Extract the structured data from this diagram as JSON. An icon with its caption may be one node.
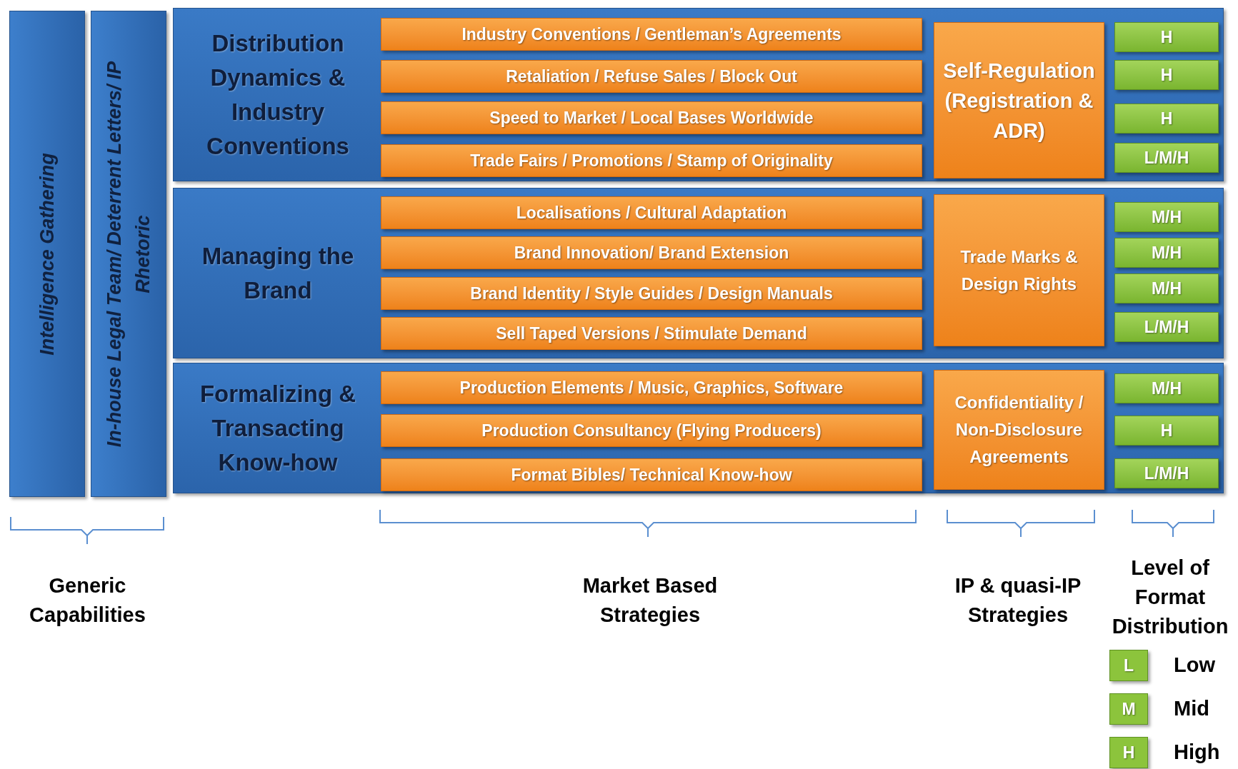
{
  "diagram": {
    "nodes": [
      {
        "text": [
          "Intelligence Gathering"
        ]
      },
      {
        "text": [
          "In-house Legal Team/ Deterrent Letters/ IP Rhetoric"
        ]
      },
      {
        "text": [
          "Distribution Dynamics & Industry Conventions"
        ]
      },
      {
        "text": [
          "Industry Conventions / Gentleman’s Agreements"
        ],
        "in": 2
      },
      {
        "text": [
          "Retaliation / Refuse Sales / Block Out"
        ],
        "in": 2
      },
      {
        "text": [
          "Speed to Market / Local Bases Worldwide"
        ],
        "in": 2
      },
      {
        "text": [
          "Trade Fairs / Promotions / Stamp of Originality"
        ],
        "in": 2
      },
      {
        "text": [
          "Self-Regulation (Registration & ADR)"
        ],
        "in": 2
      },
      {
        "text": [
          "H"
        ],
        "in": 2
      },
      {
        "text": [
          "H"
        ],
        "in": 2
      },
      {
        "text": [
          "H"
        ],
        "in": 2
      },
      {
        "text": [
          "L/M/H"
        ],
        "in": 2
      },
      {
        "text": [
          "Managing the Brand"
        ]
      },
      {
        "text": [
          "Localisations / Cultural Adaptation"
        ],
        "in": 12
      },
      {
        "text": [
          "Brand Innovation/ Brand Extension"
        ],
        "in": 12
      },
      {
        "text": [
          "Brand Identity / Style Guides / Design Manuals"
        ],
        "in": 12
      },
      {
        "text": [
          "Sell Taped Versions / Stimulate Demand"
        ],
        "in": 12
      },
      {
        "text": [
          "Trade Marks & Design Rights"
        ],
        "in": 12
      },
      {
        "text": [
          "M/H"
        ],
        "in": 12
      },
      {
        "text": [
          "M/H"
        ],
        "in": 12
      },
      {
        "text": [
          "M/H"
        ],
        "in": 12
      },
      {
        "text": [
          "L/M/H"
        ],
        "in": 12
      },
      {
        "text": [
          "Formalizing & Transacting Know-how"
        ]
      },
      {
        "text": [
          "Production Elements / Music, Graphics, Software"
        ],
        "in": 22
      },
      {
        "text": [
          "Production Consultancy (Flying Producers)"
        ],
        "in": 22
      },
      {
        "text": [
          "Format Bibles/ Technical Know-how"
        ],
        "in": 22
      },
      {
        "text": [
          "Confidentiality / Non-Disclosure Agreements"
        ],
        "in": 22
      },
      {
        "text": [
          "M/H"
        ],
        "in": 22
      },
      {
        "text": [
          "H"
        ],
        "in": 22
      },
      {
        "text": [
          "L/M/H"
        ],
        "in": 22
      }
    ],
    "edges": [],
    "labels": [
      "Generic Capabilities",
      "Market Based Strategies",
      "IP & quasi-IP Strategies",
      "Level of Format Distribution",
      "L",
      "M",
      "H"
    ],
    "legend": [
      {
        "text": "Low",
        "color": "#8cc43c"
      },
      {
        "text": "Mid",
        "color": "#8cc43c"
      },
      {
        "text": "High",
        "color": "#8cc43c"
      }
    ]
  }
}
